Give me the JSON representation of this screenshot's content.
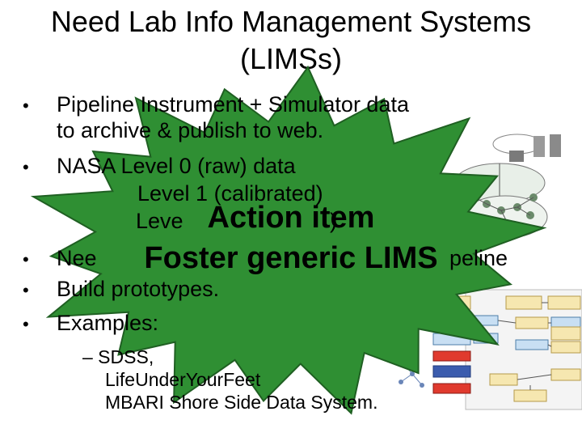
{
  "slide": {
    "title_line1": "Need Lab Info Management Systems",
    "title_line2": "(LIMSs)",
    "bullets": {
      "b1_line1": "Pipeline Instrument + Simulator data",
      "b1_line2": "to archive & publish to web.",
      "b2_line1": "NASA Level 0 (raw) data",
      "b2_line2": "Level 1 (calibrated)",
      "b2_line3_start": "Leve",
      "b2_line3_end": ")",
      "b3_start": "Nee",
      "b3_end": "peline",
      "b4": "Build prototypes.",
      "b5": "Examples:"
    },
    "examples": {
      "e1": "– SDSS,",
      "e2": "LifeUnderYourFeet",
      "e3": "MBARI Shore Side Data System."
    },
    "action_item": {
      "line1": "Action item",
      "line2": "Foster generic LIMS",
      "burst_color": "#2f8f33",
      "burst_edge": "#1f5f22"
    }
  }
}
